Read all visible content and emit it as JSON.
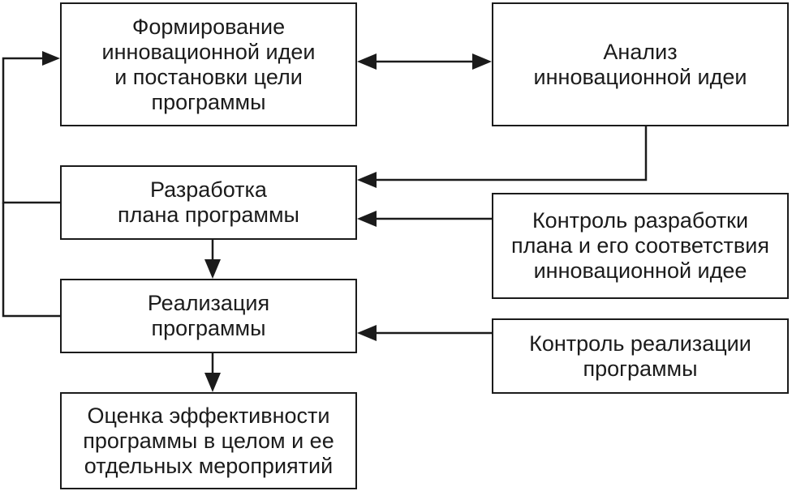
{
  "diagram": {
    "boxes": {
      "formation": "Формирование\nинновационной идеи\nи постановки цели\nпрограммы",
      "analysis": "Анализ\nинновационной идеи",
      "plan": "Разработка\nплана программы",
      "control_plan": "Контроль разработки\nплана и его соответствия\nинновационной идее",
      "implementation": "Реализация\nпрограммы",
      "control_implementation": "Контроль реализации\nпрограммы",
      "evaluation": "Оценка эффективности\nпрограммы в целом и ее\nотдельных мероприятий"
    },
    "colors": {
      "line": "#1b1b1b",
      "box_fill": "#ffffff",
      "text": "#1b1b1b"
    }
  }
}
